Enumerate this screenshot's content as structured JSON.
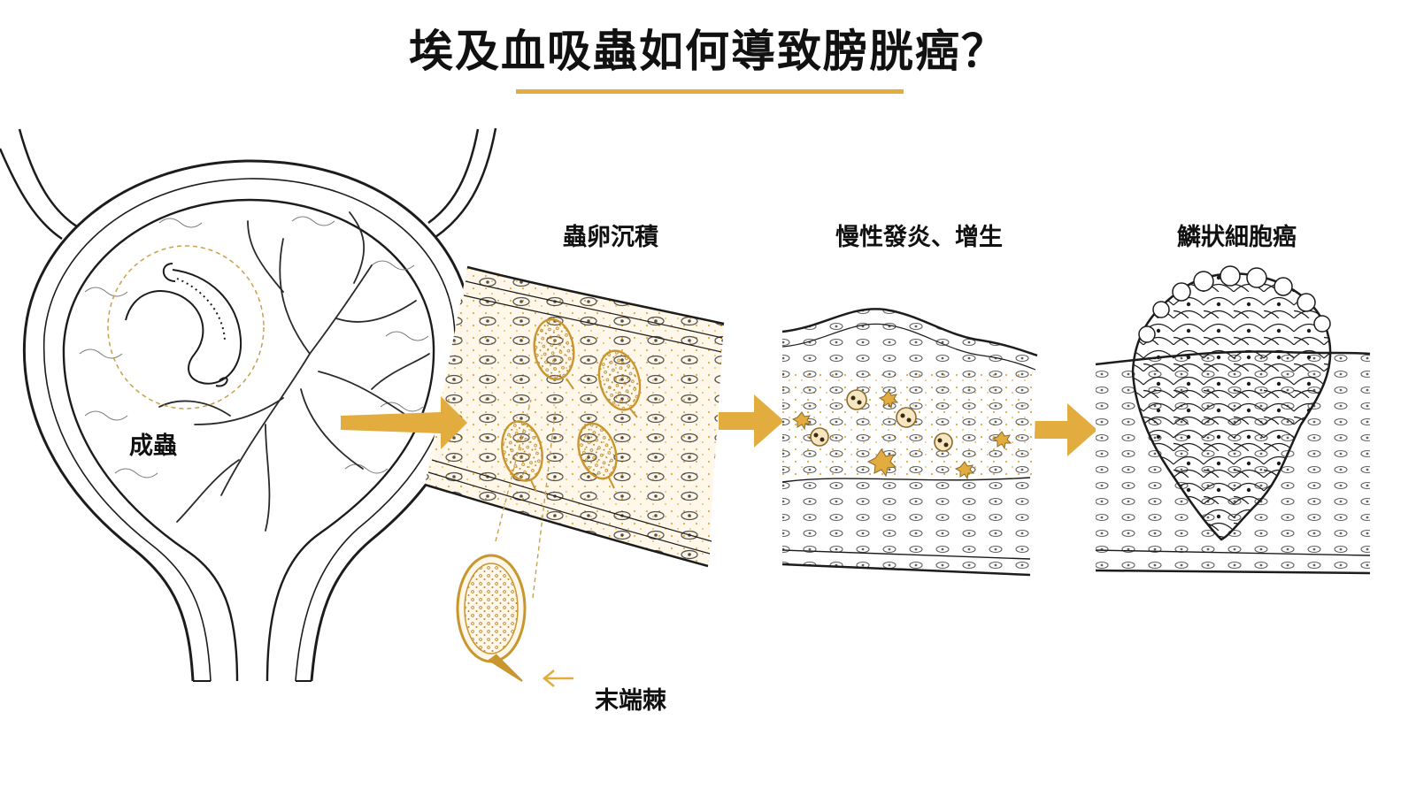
{
  "title": "埃及血吸蟲如何導致膀胱癌？",
  "accent_color": "#e2ac3e",
  "line_color": "#1c1c1c",
  "labels": {
    "adult_worm": "成蟲",
    "egg_deposition": "蟲卵沉積",
    "inflammation": "慢性發炎、增生",
    "carcinoma": "鱗狀細胞癌",
    "terminal_spine": "末端棘"
  },
  "icons": {
    "flow_arrow": "right-arrow-icon",
    "pointer_arrow": "left-arrow-icon"
  }
}
